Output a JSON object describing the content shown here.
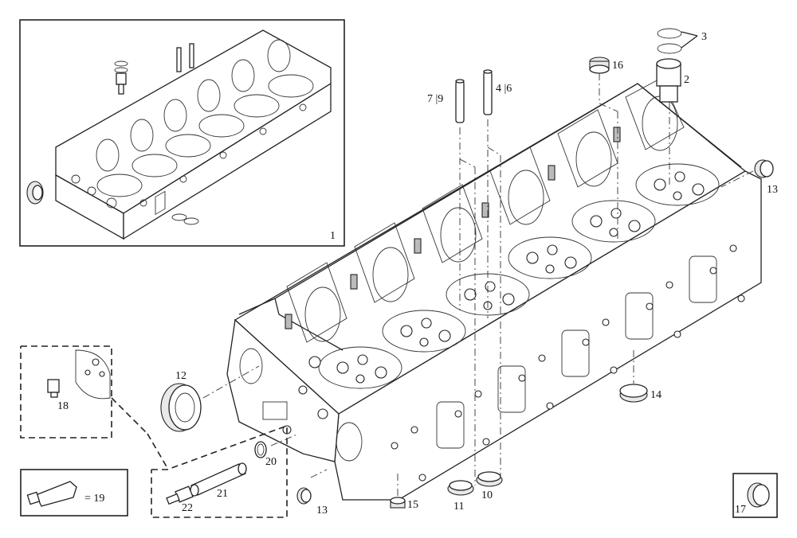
{
  "diagram": {
    "labels": {
      "l1": "1",
      "l2": "2",
      "l3": "3",
      "l4_6": "4 |6",
      "l7_9": "7 |9",
      "l10": "10",
      "l11": "11",
      "l12": "12",
      "l13a": "13",
      "l13b": "13",
      "l14": "14",
      "l15": "15",
      "l16": "16",
      "l17": "17",
      "l18": "18",
      "l19": "= 19",
      "l20": "20",
      "l21": "21",
      "l22": "22"
    }
  }
}
